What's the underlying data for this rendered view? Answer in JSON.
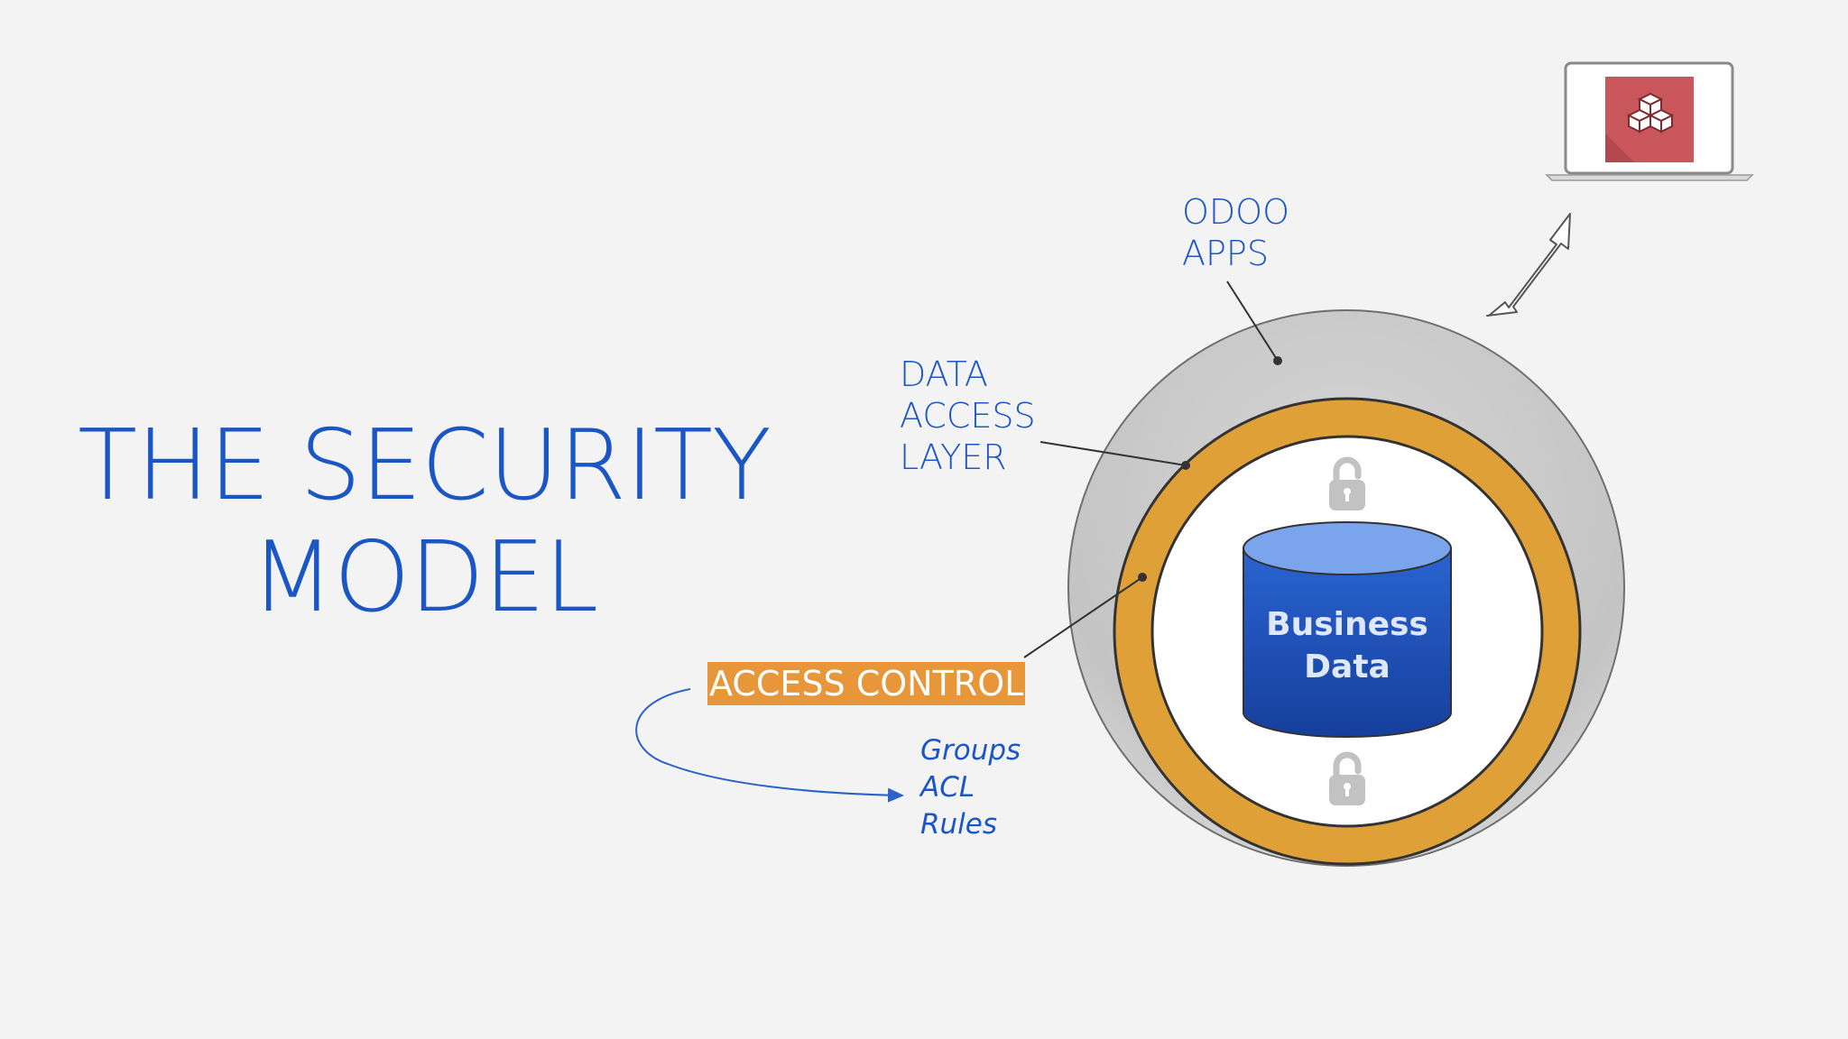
{
  "slide": {
    "title_line1": "THE SECURITY",
    "title_line2": "MODEL"
  },
  "labels": {
    "odoo_apps": [
      "ODOO",
      "APPS"
    ],
    "data_access_layer": [
      "DATA",
      "ACCESS",
      "LAYER"
    ],
    "access_control": "ACCESS CONTROL",
    "access_control_items": [
      "Groups",
      "ACL",
      "Rules"
    ],
    "business_data": [
      "Business",
      "Data"
    ]
  },
  "icons": {
    "app": "stacked-cubes-icon",
    "device": "laptop-icon",
    "lock": "padlock-icon",
    "arrow": "bidirectional-arrow-icon",
    "database": "database-cylinder-icon"
  },
  "colors": {
    "background": "#f3f3f3",
    "text_blue": "#1a56c4",
    "outer_sphere": "#c9c9c9",
    "ring_orange": "#e0a038",
    "inner_white": "#ffffff",
    "db_blue": "#1f58c6",
    "db_top": "#7aa4ec",
    "access_control_bg": "#e8963a",
    "app_tile_red": "#c9565a"
  }
}
